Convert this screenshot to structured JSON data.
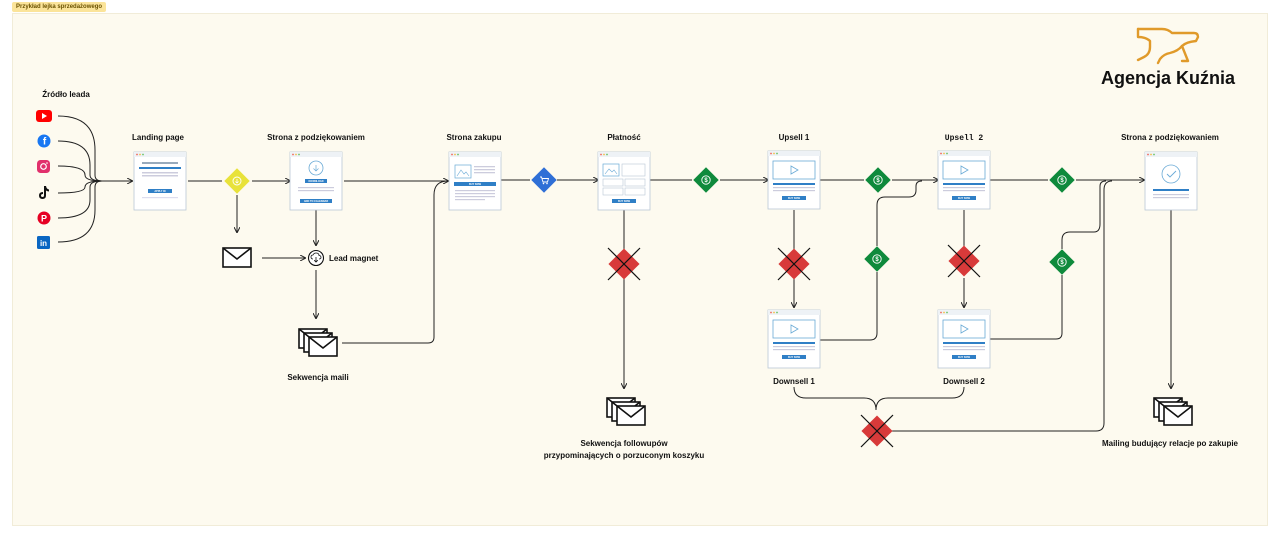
{
  "frame": {
    "title": "Przykład lejka sprzedażowego"
  },
  "brand": {
    "name": "Agencja Kuźnia",
    "color": "#e09a2a"
  },
  "colors": {
    "youtube": "#ff0000",
    "facebook": "#1877f2",
    "instagram": "#e1306c",
    "tiktok": "#111111",
    "pinterest": "#e60023",
    "linkedin": "#0a66c2",
    "money": "#0f8a3c",
    "cart": "#2f6fd6",
    "lead": "#e8e23a",
    "stop": "#d83a3a"
  },
  "lead_source": {
    "title": "Źródło leada",
    "channels": [
      "youtube-icon",
      "facebook-icon",
      "instagram-icon",
      "tiktok-icon",
      "pinterest-icon",
      "linkedin-icon"
    ]
  },
  "nodes": {
    "landing": {
      "label": "Landing page",
      "button": "APPLY IN"
    },
    "thanks1": {
      "label": "Strona z podziękowaniem",
      "button1": "DOWNLOAD",
      "button2": "ADD TO CALENDAR"
    },
    "purchase": {
      "label": "Strona zakupu",
      "button": "BUY NOW"
    },
    "payment": {
      "label": "Płatność",
      "button": "BUY NOW"
    },
    "upsell1": {
      "label": "Upsell 1",
      "button": "BUY NOW"
    },
    "upsell2": {
      "label": "Upsell 2",
      "button": "BUY NOW"
    },
    "downsell1": {
      "label": "Downsell 1",
      "button": "BUY NOW"
    },
    "downsell2": {
      "label": "Downsell 2",
      "button": "BUY NOW"
    },
    "thanks2": {
      "label": "Strona z podziękowaniem"
    },
    "lead_magnet": {
      "label": "Lead magnet"
    },
    "mail_sequence": {
      "label": "Sekwencja maili"
    },
    "followups": {
      "label1": "Sekwencja followupów",
      "label2": "przypominających o porzuconym koszyku"
    },
    "mailing_after": {
      "label": "Mailing budujący relacje po zakupie"
    }
  }
}
